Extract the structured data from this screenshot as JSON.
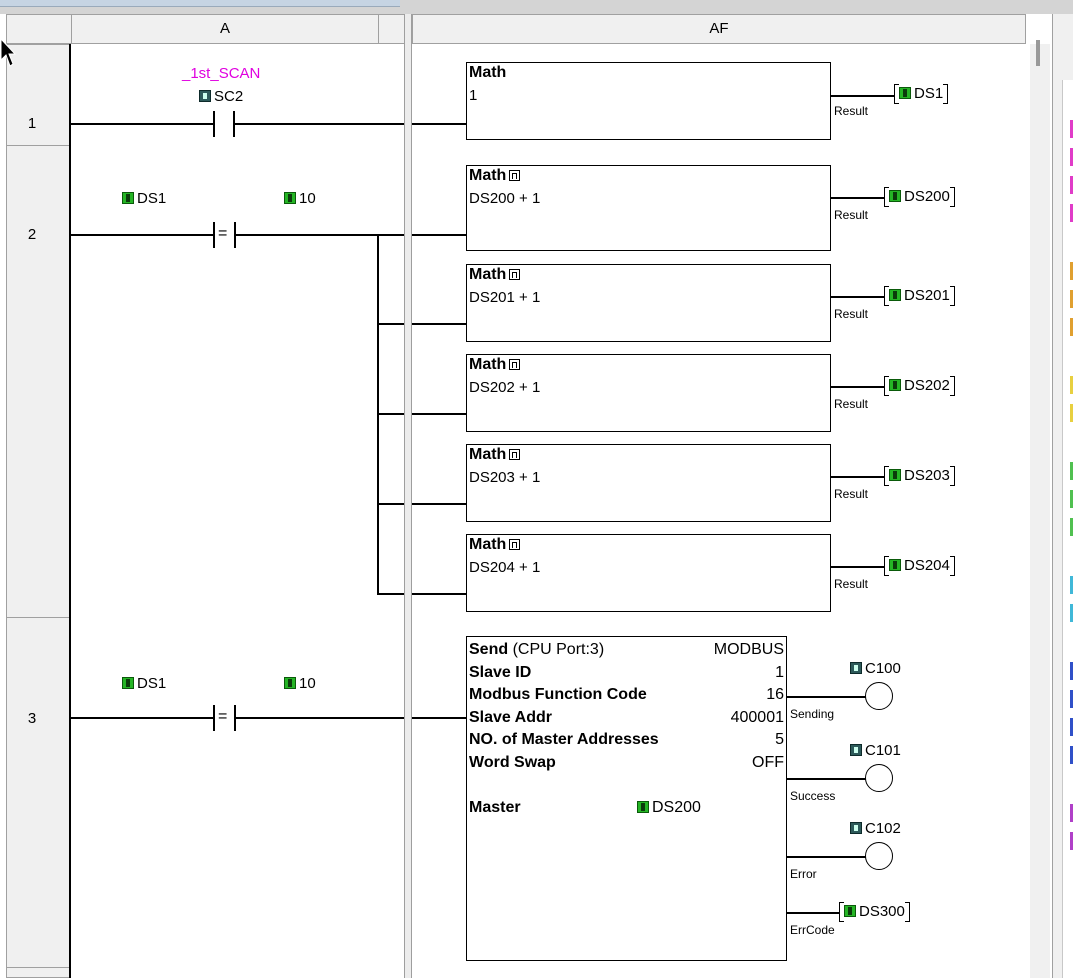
{
  "columns": {
    "a": "A",
    "af": "AF"
  },
  "rows": [
    {
      "number": "1"
    },
    {
      "number": "2"
    },
    {
      "number": "3"
    }
  ],
  "rung1": {
    "contact_nickname": "_1st_SCAN",
    "contact_address": "SC2",
    "math": {
      "title": "Math",
      "expression": "1",
      "result_label": "Result",
      "result_address": "DS1"
    }
  },
  "rung2": {
    "compare_left": "DS1",
    "compare_op": "=",
    "compare_right": "10",
    "maths": [
      {
        "title": "Math",
        "expression": "DS200 + 1",
        "result_label": "Result",
        "result_address": "DS200"
      },
      {
        "title": "Math",
        "expression": "DS201 + 1",
        "result_label": "Result",
        "result_address": "DS201"
      },
      {
        "title": "Math",
        "expression": "DS202 + 1",
        "result_label": "Result",
        "result_address": "DS202"
      },
      {
        "title": "Math",
        "expression": "DS203 + 1",
        "result_label": "Result",
        "result_address": "DS203"
      },
      {
        "title": "Math",
        "expression": "DS204 + 1",
        "result_label": "Result",
        "result_address": "DS204"
      }
    ]
  },
  "rung3": {
    "compare_left": "DS1",
    "compare_op": "=",
    "compare_right": "10",
    "send": {
      "title": "Send",
      "port": "(CPU Port:3)",
      "protocol": "MODBUS",
      "rows": [
        {
          "key": "Slave ID",
          "value": "1"
        },
        {
          "key": "Modbus Function Code",
          "value": "16"
        },
        {
          "key": "Slave Addr",
          "value": "400001"
        },
        {
          "key": "NO. of Master Addresses",
          "value": "5"
        },
        {
          "key": "Word Swap",
          "value": "OFF"
        }
      ],
      "master_label": "Master",
      "master_value": "DS200",
      "outputs": [
        {
          "label": "Sending",
          "address": "C100"
        },
        {
          "label": "Success",
          "address": "C101"
        },
        {
          "label": "Error",
          "address": "C102"
        },
        {
          "label": "ErrCode",
          "address": "DS300"
        }
      ]
    }
  },
  "colors": {
    "nickname": "#e000e0",
    "tag_icon": "#25b525",
    "bit_icon": "#2d5a5a"
  }
}
